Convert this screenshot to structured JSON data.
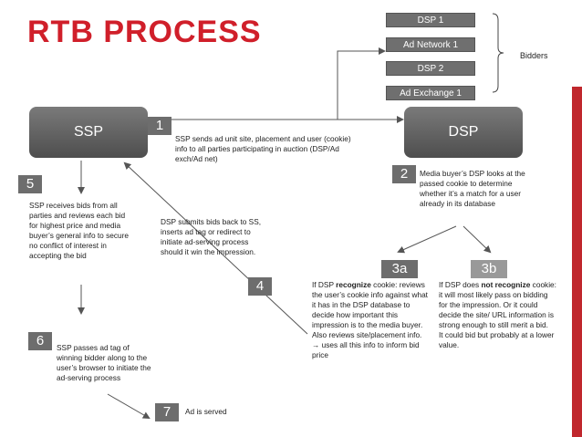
{
  "title": "RTB PROCESS",
  "bidders": {
    "items": [
      "DSP 1",
      "Ad Network 1",
      "DSP 2",
      "Ad Exchange 1"
    ],
    "label": "Bidders"
  },
  "actors": {
    "ssp": "SSP",
    "dsp": "DSP"
  },
  "steps": {
    "s1": {
      "num": "1",
      "text": "SSP sends ad unit site, placement and user (cookie) info to all parties participating in auction (DSP/Ad exch/Ad net)"
    },
    "s2": {
      "num": "2",
      "text": "Media buyer’s DSP looks at the passed cookie to determine whether it’s a match for a user already in its database"
    },
    "s3a": {
      "num": "3a",
      "pre": "If DSP ",
      "bold": "recognize",
      "rest": " cookie: reviews the user’s cookie info against what it has in the DSP database to decide how important this impression is to the media buyer.",
      "line2": "Also reviews site/placement info.",
      "line3": "→ uses all this info to inform bid price"
    },
    "s3b": {
      "num": "3b",
      "pre": "If DSP does ",
      "bold": "not recognize",
      "rest": " cookie: it will most likely pass on bidding for the impression. Or it could decide the site/ URL information is strong enough to still merit a bid.",
      "line2": "It could bid but probably at a lower value."
    },
    "s4": {
      "num": "4",
      "text": "DSP submits bids back to SS, inserts ad tag or redirect to initiate ad-serving process should it win the impression."
    },
    "s5": {
      "num": "5",
      "text": "SSP receives bids from all parties and reviews each bid for highest price and media buyer’s general info to secure no conflict of interest in accepting the bid"
    },
    "s6": {
      "num": "6",
      "text": "SSP passes ad tag of winning bidder along to the user’s browser to initiate the ad-serving process"
    },
    "s7": {
      "num": "7",
      "text": "Ad is served"
    }
  }
}
